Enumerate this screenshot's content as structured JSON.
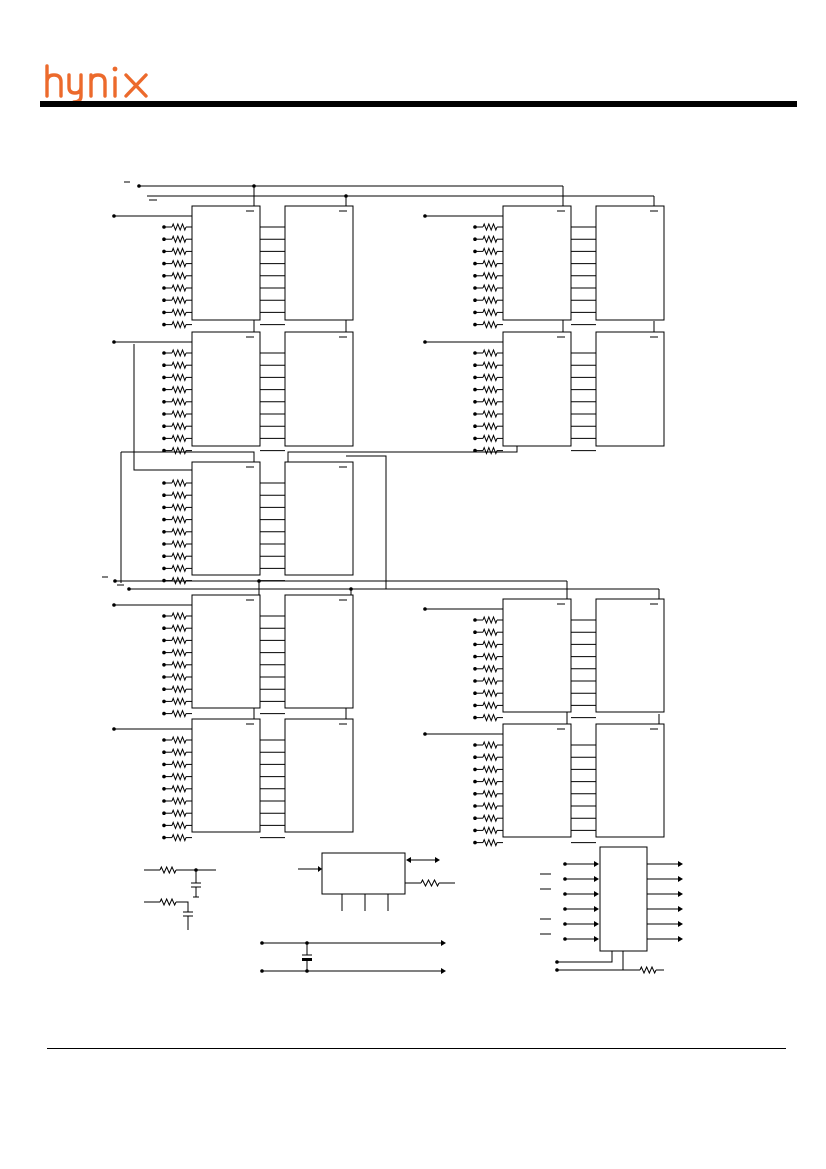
{
  "page": {
    "background": "#ffffff"
  },
  "brand": {
    "name": "hynix",
    "color": "#ec6a2c"
  },
  "schematic": {
    "line_color": "#000000",
    "chip_groups": 3,
    "banks_per_group": [
      4,
      1,
      4
    ],
    "resistors_per_bank": 9,
    "footer_blocks": [
      "rc-network",
      "buffer-chip",
      "decoupling-rails",
      "register-chip"
    ]
  }
}
